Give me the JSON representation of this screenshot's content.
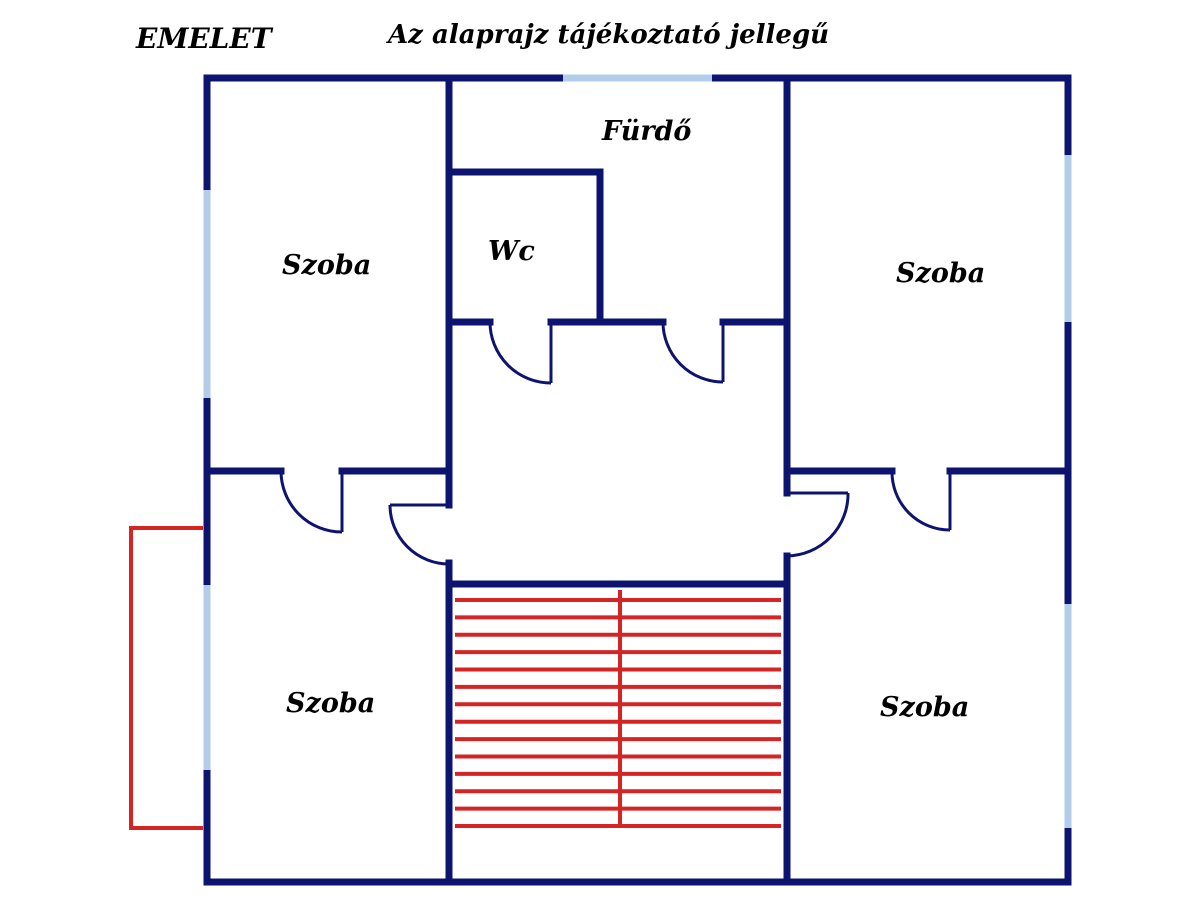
{
  "header": {
    "floor": "EMELET",
    "note": "Az alaprajz tájékoztató jellegű"
  },
  "rooms": {
    "top_left": "Szoba",
    "bathroom": "Fürdő",
    "wc": "Wc",
    "top_right": "Szoba",
    "bottom_left": "Szoba",
    "bottom_right": "Szoba"
  },
  "colors": {
    "wall": "#0d1470",
    "window": "#b2cdea",
    "stair": "#d42424",
    "balcony": "#d42424",
    "background": "#ffffff"
  }
}
